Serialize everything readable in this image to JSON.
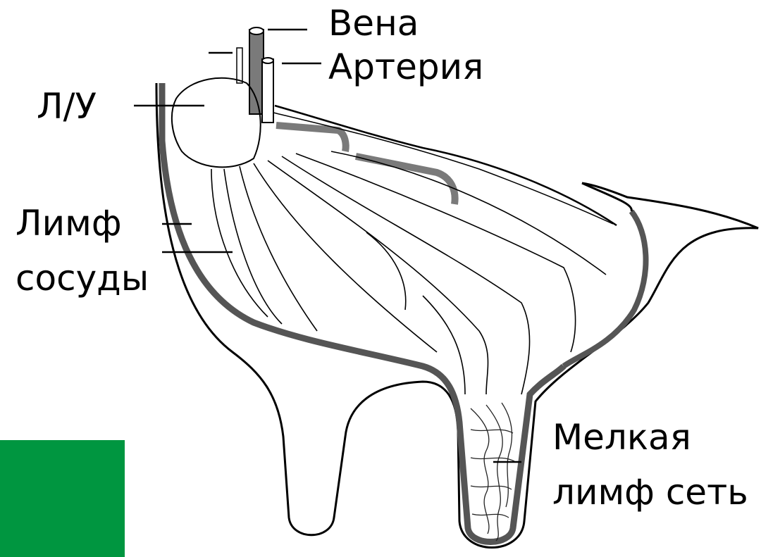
{
  "labels": {
    "vein": "Вена",
    "artery": "Артерия",
    "lymph_node": "Л/У",
    "lymph_vessels_line1": "Лимф",
    "lymph_vessels_line2": "сосуды",
    "fine_network_line1": "Мелкая",
    "fine_network_line2": "лимф сеть"
  },
  "colors": {
    "outline": "#000000",
    "wall": "#555555",
    "vessel_fill": "#7a7a7a",
    "accent_block": "#009640"
  }
}
